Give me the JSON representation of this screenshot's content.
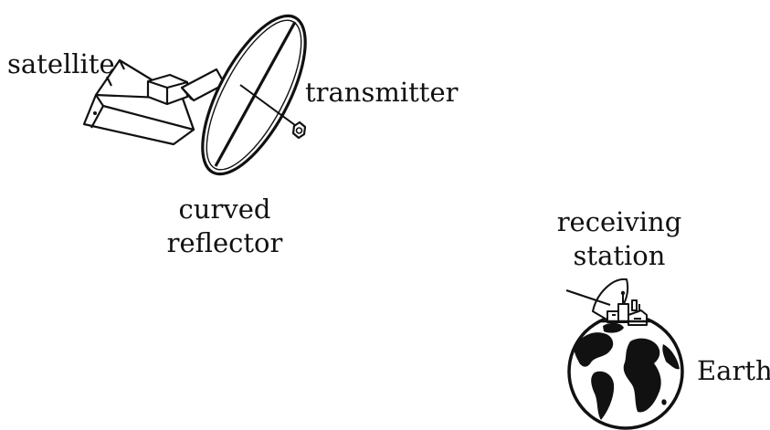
{
  "labels": {
    "satellite": "satellite",
    "transmitter": "transmitter",
    "reflector": [
      "curved",
      "reflector"
    ],
    "receiving_station": [
      "receiving",
      "station"
    ],
    "earth": "Earth"
  }
}
